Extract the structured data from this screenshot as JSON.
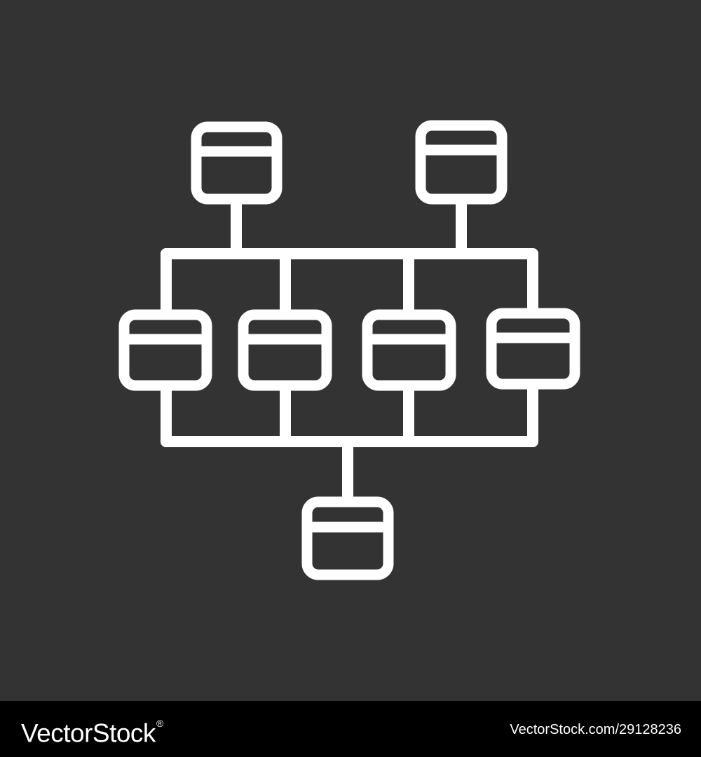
{
  "colors": {
    "background": "#333333",
    "stroke": "#ffffff",
    "footer": "#000000"
  },
  "diagram": {
    "icon": "hierarchy-network-icon",
    "style": "chalk white outline",
    "top_tier_count": 2,
    "middle_tier_count": 4,
    "bottom_tier_count": 1
  },
  "footer": {
    "logo_text": "VectorStock",
    "logo_mark": "®",
    "url": "VectorStock.com/29128236"
  }
}
